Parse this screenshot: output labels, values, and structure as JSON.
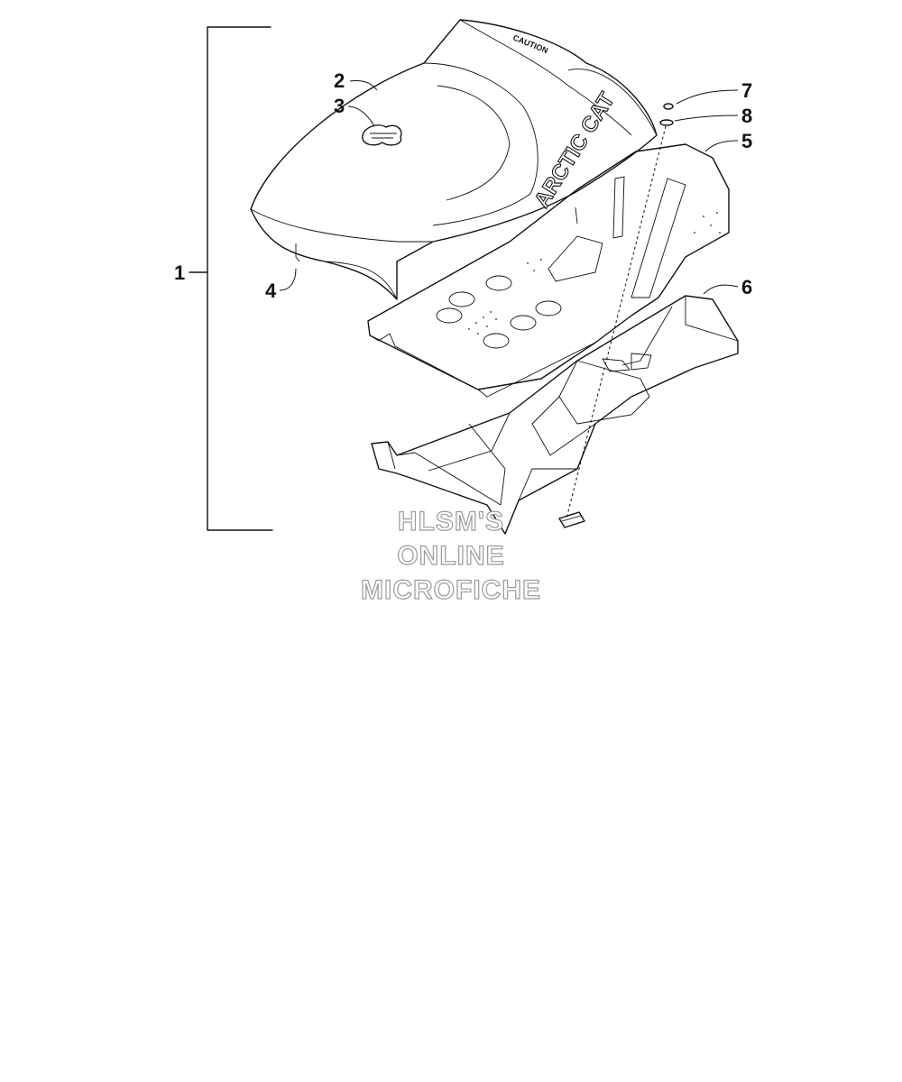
{
  "diagram": {
    "callouts": [
      {
        "id": "1",
        "label": "1"
      },
      {
        "id": "2",
        "label": "2"
      },
      {
        "id": "3",
        "label": "3"
      },
      {
        "id": "4",
        "label": "4"
      },
      {
        "id": "5",
        "label": "5"
      },
      {
        "id": "6",
        "label": "6"
      },
      {
        "id": "7",
        "label": "7"
      },
      {
        "id": "8",
        "label": "8"
      }
    ],
    "seat_brand_text": "ARCTIC CAT",
    "seat_decal_text": "CAUTION",
    "watermark": {
      "line1": "HLSM'S",
      "line2": "ONLINE",
      "line3": "MICROFICHE"
    }
  },
  "colors": {
    "line": "#111111",
    "watermark_outline": "#9a9a9a",
    "background": "#ffffff"
  }
}
